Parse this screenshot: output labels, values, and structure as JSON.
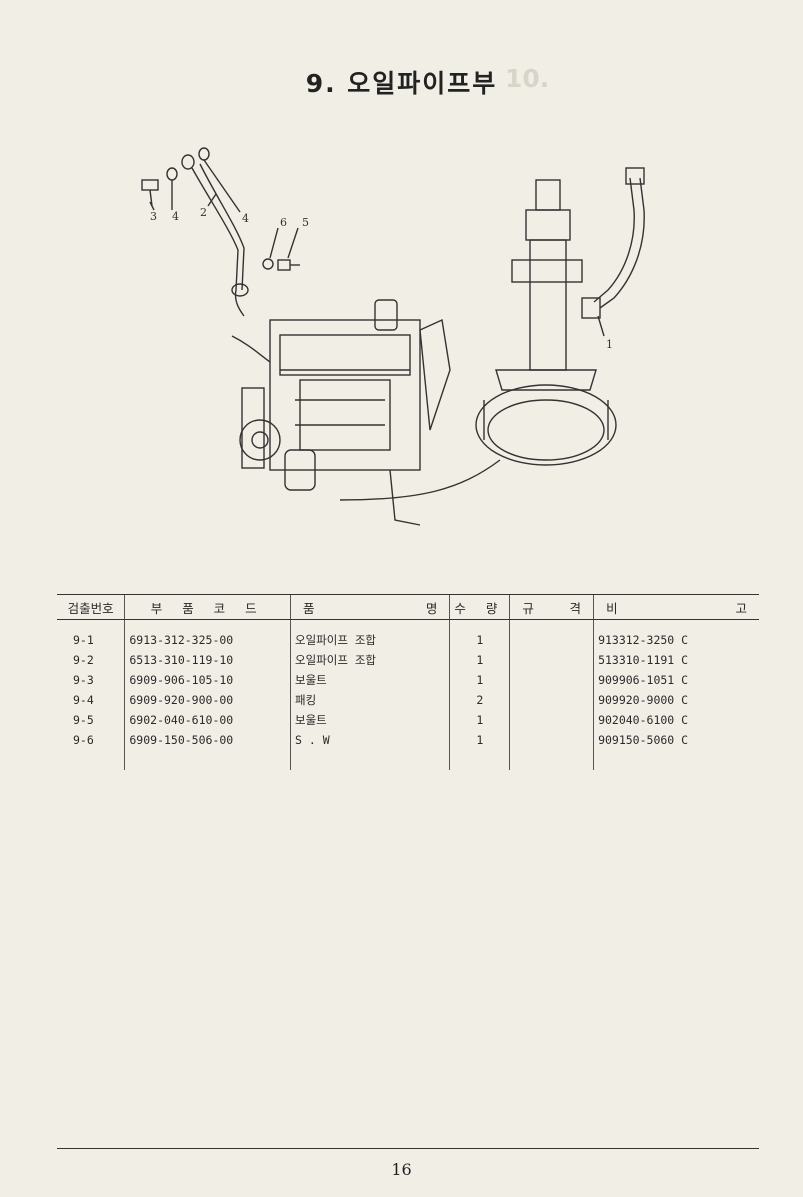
{
  "page": {
    "title": "9. 오일파이프부",
    "page_number": "16"
  },
  "callouts": [
    "1",
    "2",
    "3",
    "4",
    "4",
    "5",
    "6"
  ],
  "table": {
    "headers": {
      "seq": "검출번호",
      "code": "부 품 코 드",
      "name_left": "품",
      "name_right": "명",
      "qty": "수 량",
      "spec_left": "규",
      "spec_right": "격",
      "remark_left": "비",
      "remark_right": "고"
    },
    "rows": [
      {
        "seq": "9-1",
        "code": "6913-312-325-00",
        "name": "오일파이프 조합",
        "qty": "1",
        "remark": "913312-3250 C"
      },
      {
        "seq": "9-2",
        "code": "6513-310-119-10",
        "name": "오일파이프 조합",
        "qty": "1",
        "remark": "513310-1191 C"
      },
      {
        "seq": "9-3",
        "code": "6909-906-105-10",
        "name": "보울트",
        "qty": "1",
        "remark": "909906-1051 C"
      },
      {
        "seq": "9-4",
        "code": "6909-920-900-00",
        "name": "패킹",
        "qty": "2",
        "remark": "909920-9000 C"
      },
      {
        "seq": "9-5",
        "code": "6902-040-610-00",
        "name": "보울트",
        "qty": "1",
        "remark": "902040-6100 C"
      },
      {
        "seq": "9-6",
        "code": "6909-150-506-00",
        "name": "S . W",
        "qty": "1",
        "remark": "909150-5060 C"
      }
    ]
  }
}
